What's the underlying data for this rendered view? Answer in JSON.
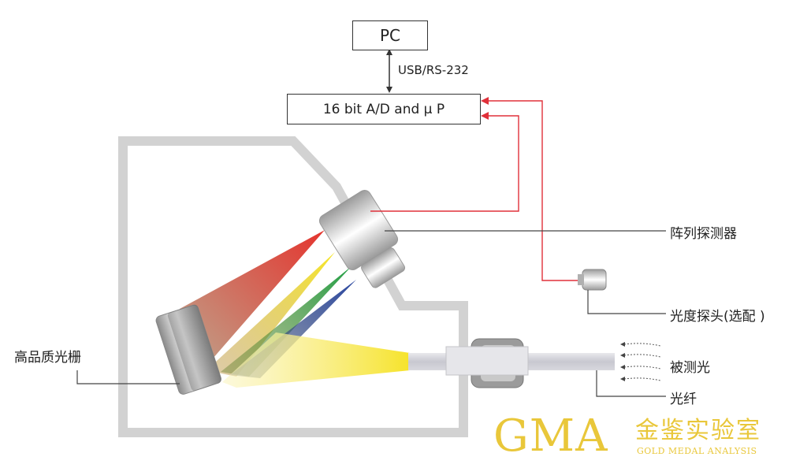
{
  "boxes": {
    "pc": "PC",
    "adc": "16 bit A/D and μ P"
  },
  "interface_label": "USB/RS-232",
  "labels": {
    "array_detector": "阵列探测器",
    "light_probe": "光度探头(选配 )",
    "grating": "高品质光栅",
    "measured_light": "被测光",
    "fiber": "光纤"
  },
  "logo": {
    "mark": "GMA",
    "cn": "金鉴实验室",
    "en": "GOLD MEDAL ANALYSIS"
  },
  "colors": {
    "housing": "#d2d2d2",
    "signal_line": "#e0303a",
    "logo": "#e9c73a",
    "spectrum": [
      "#e53228",
      "#f5e21c",
      "#1e9a3a",
      "#1f3f9a",
      "#f6e840"
    ]
  }
}
